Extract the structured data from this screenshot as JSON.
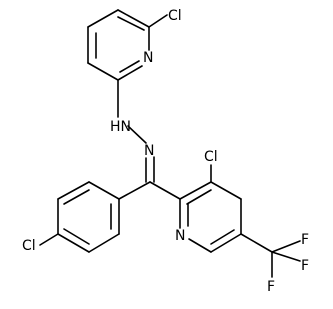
{
  "molecule": {
    "atom_labels": {
      "cl_pyridine_top": "Cl",
      "n_pyridine_top": "N",
      "nh": "HN",
      "n_imine": "N",
      "cl_pyridine_right": "Cl",
      "n_pyridine_right": "N",
      "cl_phenyl": "Cl",
      "f_1": "F",
      "f_2": "F",
      "f_3": "F"
    }
  }
}
